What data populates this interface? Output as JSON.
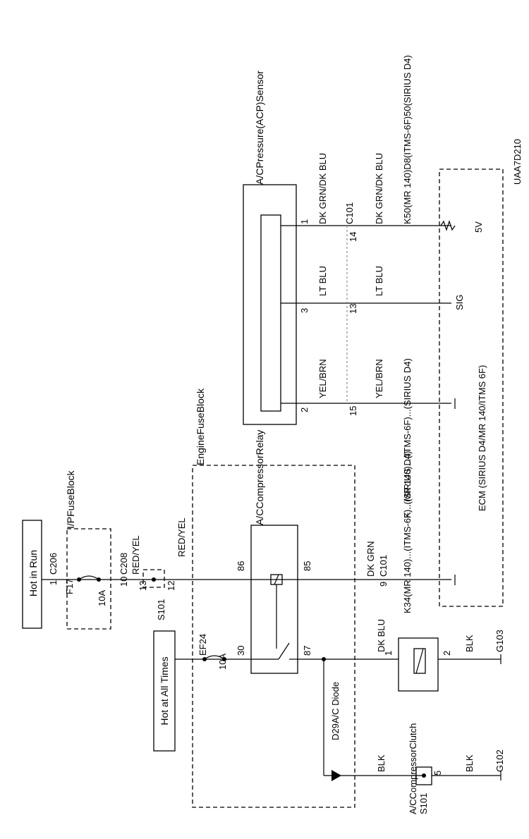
{
  "labels": {
    "hot_in_run": "Hot in Run",
    "hot_at_all_times": "Hot at All Times",
    "ip_fuse_block": "I/PFuseBlock",
    "engine_fuse_block": "EngineFuseBlock",
    "ac_compressor_relay": "A/CCompressorRelay",
    "ac_pressure_sensor": "A/CPressure(ACP)Sensor",
    "ecm": "ECM (SIRIUS D4/MR 140/ITMS 6F)",
    "ac_compressor_clutch": "A/CCompressorClutch",
    "diode": "D29A/C Diode",
    "diagram_id": "UAA7D210",
    "f17": "F17",
    "ef24": "EF24",
    "fuse_10a_1": "10A",
    "fuse_10a_2": "10A",
    "c206": "C206",
    "c208": "C208",
    "c101_top": "C101",
    "c101_bottom": "C101",
    "s101_top": "S101",
    "s101_bottom": "S101",
    "g102": "G102",
    "g103": "G103",
    "five_v": "5V",
    "sig": "SIG"
  },
  "wires": {
    "red_yel_1": "RED/YEL",
    "red_yel_2": "RED/YEL",
    "dk_grn_dk_blu_1": "DK GRN/DK BLU",
    "dk_grn_dk_blu_2": "DK GRN/DK BLU",
    "lt_blu_1": "LT BLU",
    "lt_blu_2": "LT BLU",
    "yel_brn_1": "YEL/BRN",
    "yel_brn_2": "YEL/BRN",
    "dk_grn": "DK GRN",
    "dk_blu": "DK BLU",
    "blk_1": "BLK",
    "blk_2": "BLK",
    "blk_3": "BLK"
  },
  "pins": {
    "p1": "1",
    "p3": "3",
    "p2": "2",
    "p14": "14",
    "p13": "13",
    "p15": "15",
    "p10": "10",
    "p13b": "13",
    "p12": "12",
    "p1b": "1",
    "p86": "86",
    "p85": "85",
    "p30": "30",
    "p87": "87",
    "p9": "9",
    "p1c": "1",
    "p2b": "2",
    "p5": "5"
  },
  "ecm_pins": {
    "k50": "K50(MR 140)D8(ITMS-6F)50(SIRIUS D4)",
    "mid": "K...(MR 140)...(ITMS-6F)...(SIRIUS D4)",
    "k34": "K34(MR 140)...(ITMS-6F)...(SIRIUS D4)"
  }
}
